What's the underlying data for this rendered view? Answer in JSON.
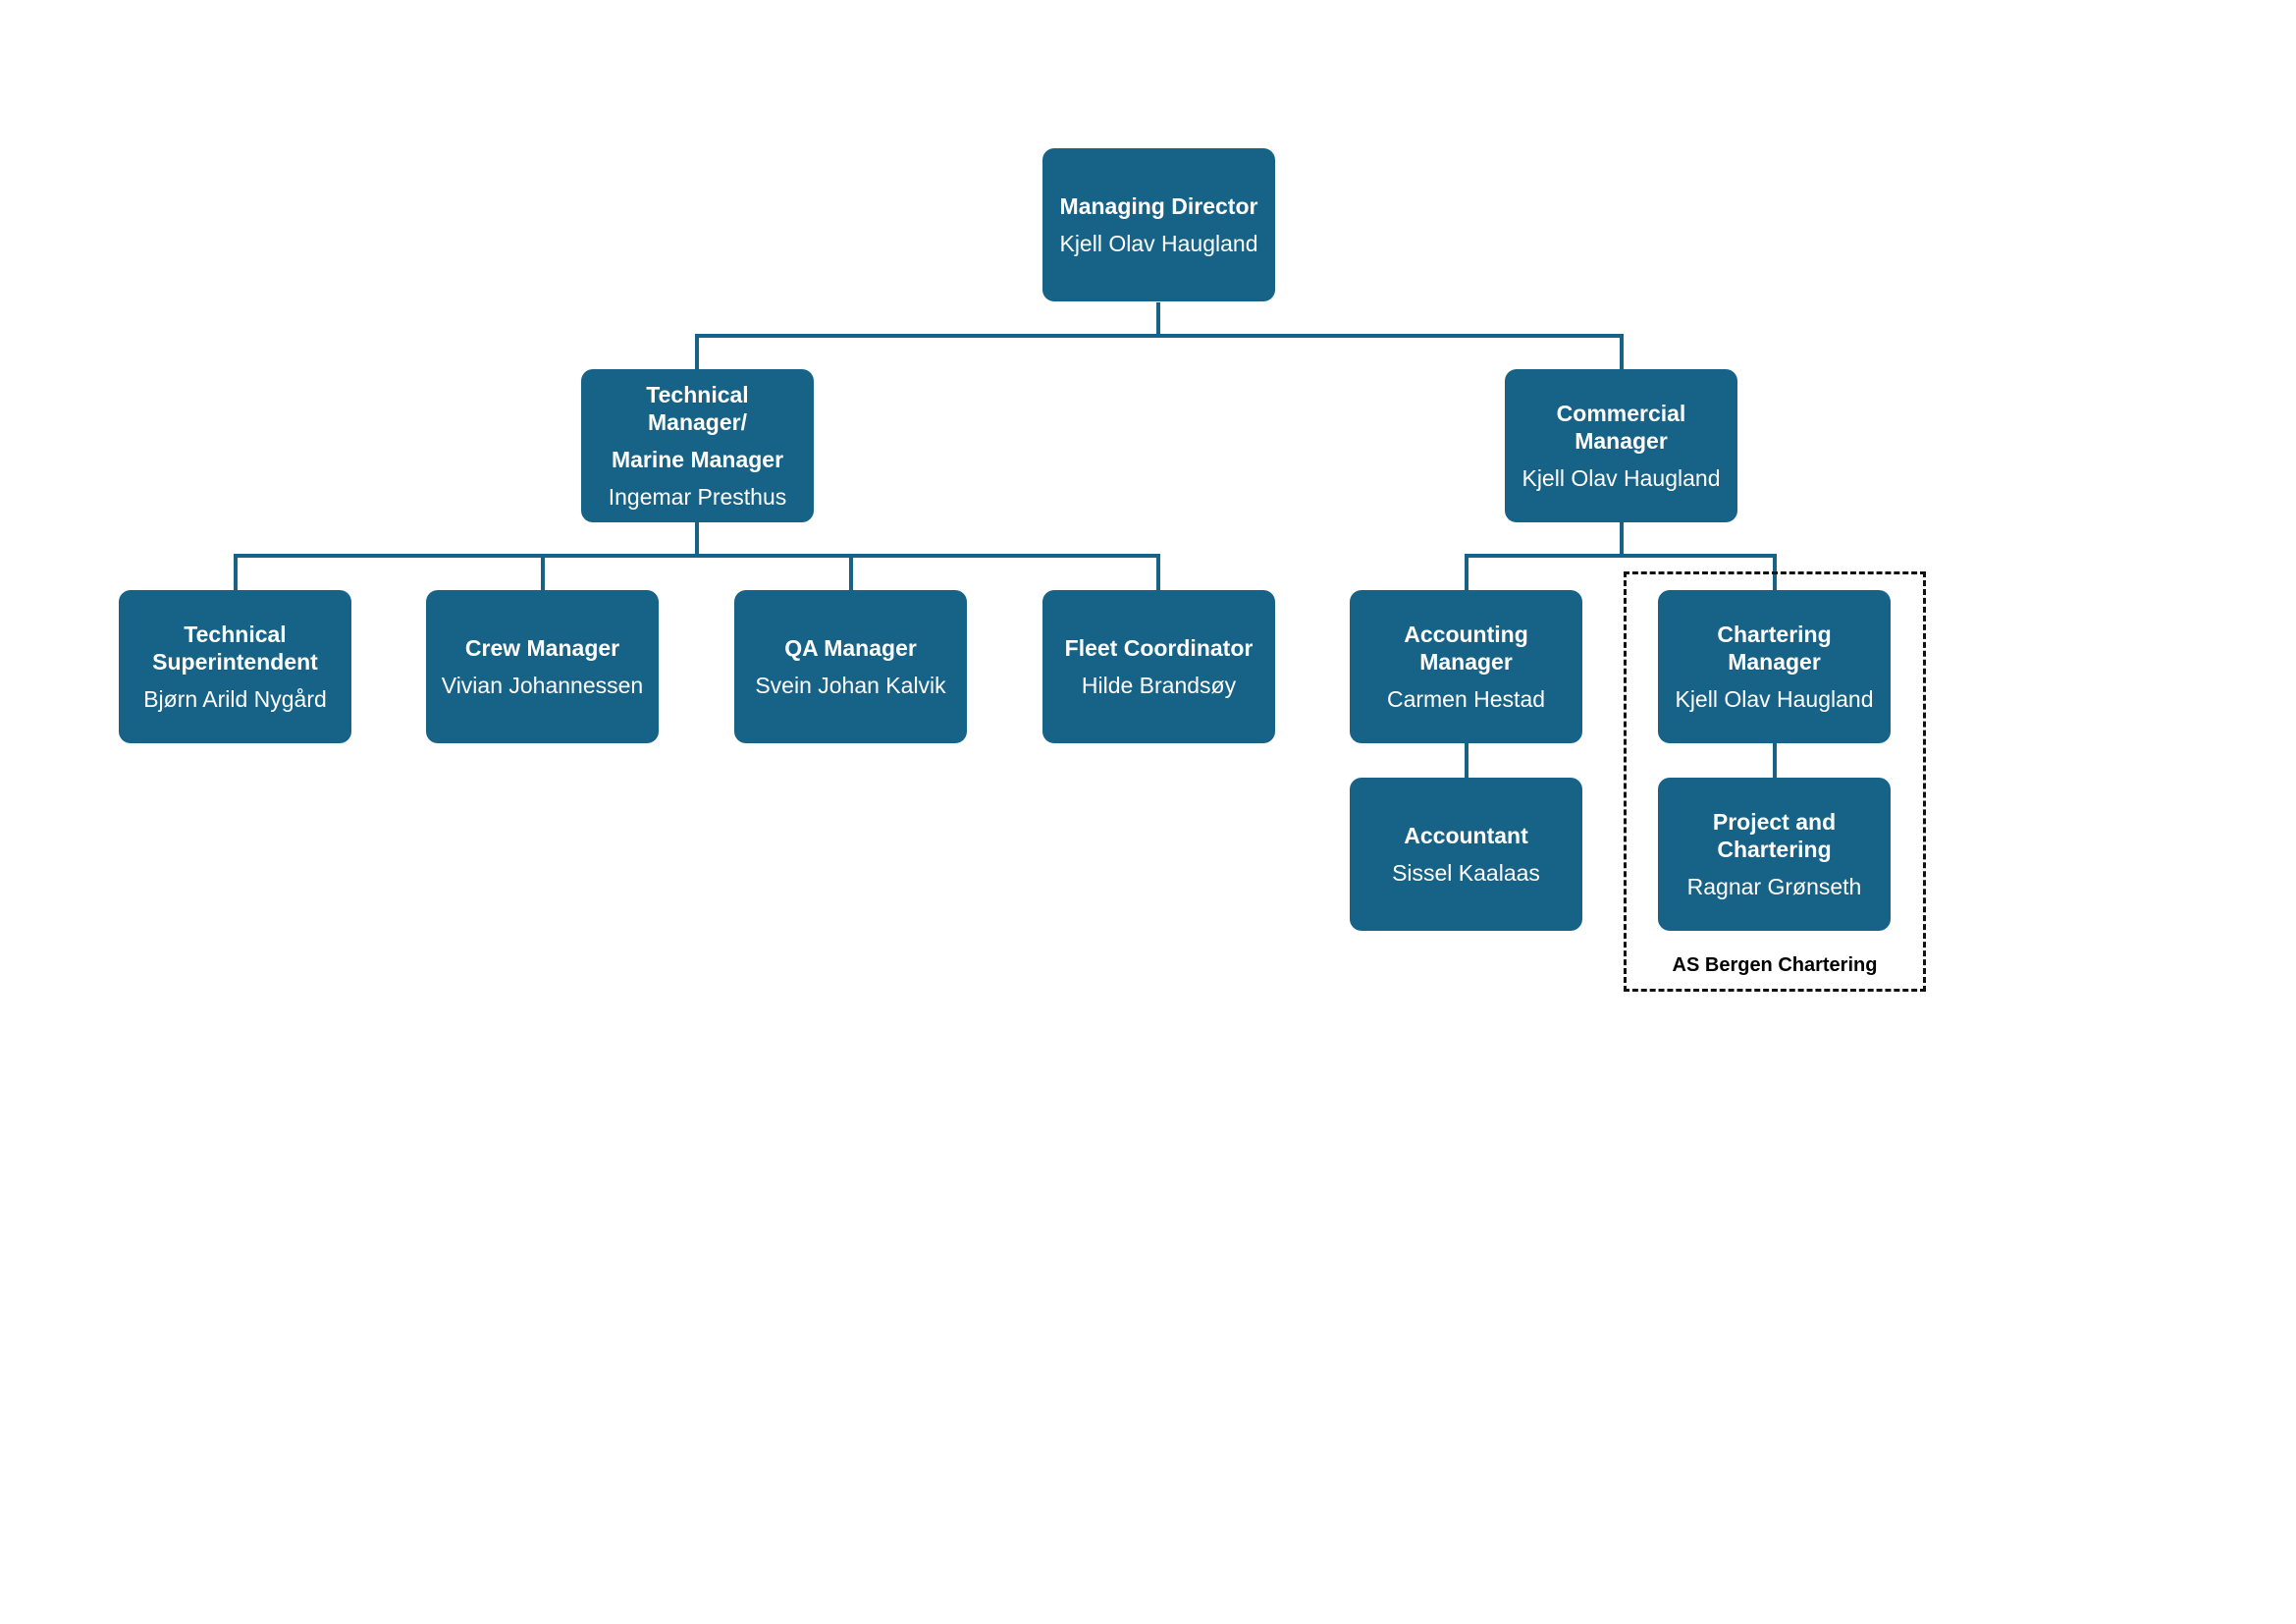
{
  "org": {
    "md": {
      "title": "Managing Director",
      "name": "Kjell Olav Haugland"
    },
    "tech": {
      "title": "Technical Manager/",
      "title2": "Marine Manager",
      "name": "Ingemar Presthus"
    },
    "comm": {
      "title": "Commercial Manager",
      "name": "Kjell Olav Haugland"
    },
    "ts": {
      "title": "Technical Superintendent",
      "name": "Bjørn Arild Nygård"
    },
    "crew": {
      "title": "Crew Manager",
      "name": "Vivian Johannessen"
    },
    "qa": {
      "title": "QA Manager",
      "name": "Svein Johan Kalvik"
    },
    "fleet": {
      "title": "Fleet Coordinator",
      "name": "Hilde Brandsøy"
    },
    "acc_mgr": {
      "title": "Accounting Manager",
      "name": "Carmen Hestad"
    },
    "accountant": {
      "title": "Accountant",
      "name": "Sissel Kaalaas"
    },
    "chart_mgr": {
      "title": "Chartering Manager",
      "name": "Kjell Olav Haugland"
    },
    "proj": {
      "title": "Project and Chartering",
      "name": "Ragnar Grønseth"
    },
    "group_label": "AS Bergen Chartering"
  },
  "colors": {
    "node": "#176387",
    "line": "#176387",
    "text": "#ffffff"
  }
}
